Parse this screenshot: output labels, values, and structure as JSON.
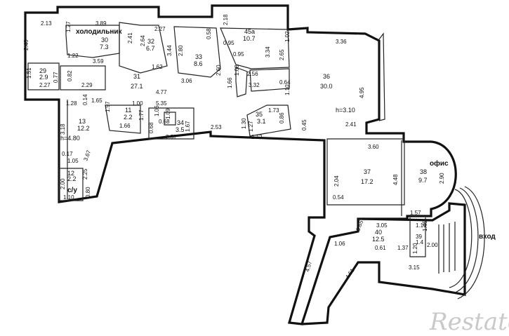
{
  "rooms": [
    {
      "num": "30",
      "area": "7.3"
    },
    {
      "num": "32",
      "area": "6.7"
    },
    {
      "num": "45a",
      "area": "10.7"
    },
    {
      "num": "33",
      "area": "8.6"
    },
    {
      "num": "29",
      "area": "2.9"
    },
    {
      "num": "31",
      "area": "27.1"
    },
    {
      "num": "36",
      "area": "30.0"
    },
    {
      "num": "11",
      "area": "2.2"
    },
    {
      "num": "34",
      "area": "3.5"
    },
    {
      "num": "35",
      "area": "3.1"
    },
    {
      "num": "13",
      "area": "12.2"
    },
    {
      "num": "12",
      "area": "2.2"
    },
    {
      "num": "37",
      "area": "17.2"
    },
    {
      "num": "38",
      "area": "9.7"
    },
    {
      "num": "40",
      "area": "12.5"
    },
    {
      "num": "39",
      "area": "1.4"
    }
  ],
  "labels": {
    "fridge": "холодильник",
    "office": "офис",
    "entrance": "вход",
    "wc": "с/у",
    "height_main": "h=3.10",
    "height_left": "h=4.80"
  },
  "dims": {
    "d1": "2.13",
    "d2": "3.89",
    "d3": "2.40",
    "d4": "1.27",
    "d5": "2.41",
    "d6": "1.22",
    "d7": "3.59",
    "d8": "2.27",
    "d9": "2.64",
    "d10": "1.62",
    "d11": "3.44",
    "d12": "2.18",
    "d13": "0.95",
    "d14": "0.58",
    "d15": "0.95",
    "d16": "2.80",
    "d17": "1.08",
    "d18": "2.60",
    "d19": "3.06",
    "d20": "1.66",
    "d21": "2.56",
    "d22": "3.32",
    "d23": "3.34",
    "d24": "2.65",
    "d25": "1.02",
    "d26": "3.36",
    "d27": "0.64",
    "d28": "1.10",
    "d29": "4.95",
    "d30": "1.51",
    "d31": "0.77",
    "d32": "2.27",
    "d33": "0.82",
    "d34": "2.29",
    "d35": "4.77",
    "d36": "5.35",
    "d37": "1.28",
    "d38": "0.14",
    "d39": "1.65",
    "d40": "1.00",
    "d41": "1.06",
    "d42": "1.77",
    "d43": "0.68",
    "d44": "1.09",
    "d45": "1.66",
    "d46": "1.97",
    "d47": "0.68",
    "d48": "2.57",
    "d49": "1.67",
    "d50": "2.53",
    "d51": "1.30",
    "d52": "1.27",
    "d53": "1.73",
    "d54": "0.86",
    "d55": "1.12",
    "d56": "0.45",
    "d57": "2.41",
    "d58": "3.18",
    "d59": "3.67",
    "d60": "0.17",
    "d61": "1.05",
    "d62": "2.25",
    "d63": "2.00",
    "d64": "0.80",
    "d65": "1.10",
    "d66": "3.60",
    "d67": "2.04",
    "d68": "4.48",
    "d69": "2.90",
    "d70": "0.54",
    "d71": "1.57",
    "d72": "3.05",
    "d73": "0.65",
    "d74": "1.06",
    "d75": "0.61",
    "d76": "1.37",
    "d77": "1.10",
    "d78": "1.45",
    "d79": "1.20",
    "d80": "2.00",
    "d81": "3.15",
    "d82": "4.57",
    "d83": "4.51"
  },
  "watermark": "Restate"
}
